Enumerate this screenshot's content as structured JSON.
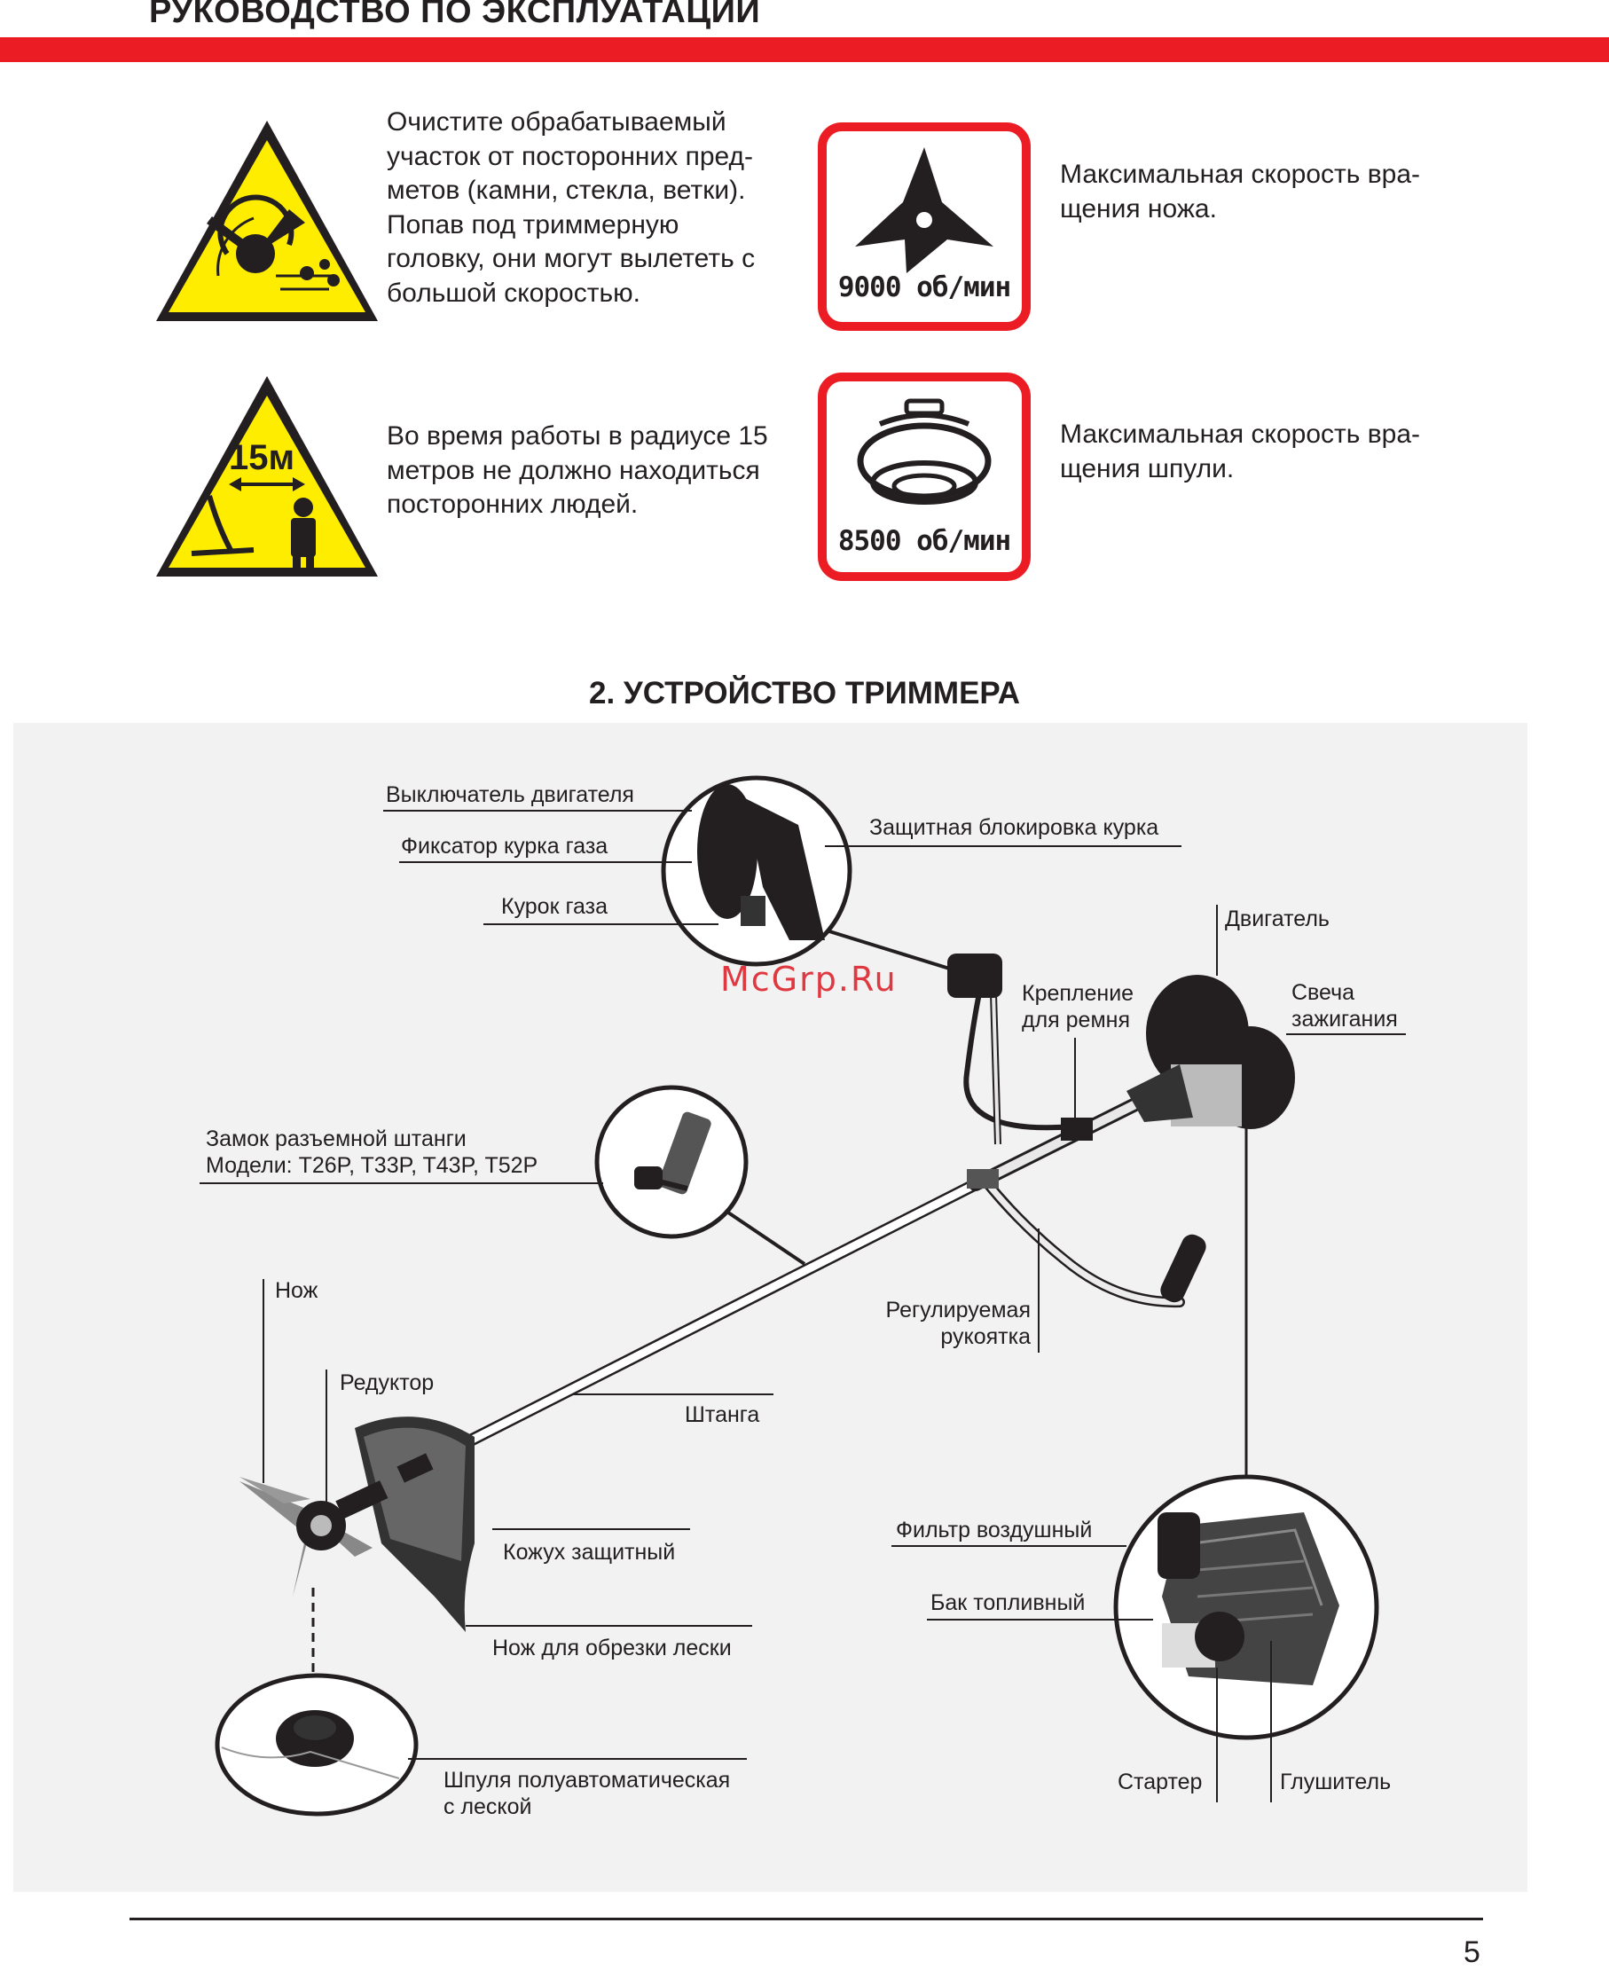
{
  "header": {
    "title": "РУКОВОДСТВО ПО ЭКСПЛУАТАЦИИ",
    "accent_color": "#ec1c24"
  },
  "warnings": [
    {
      "icon": "flying-debris-warning-icon",
      "lines": [
        "Очистите обрабатываемый",
        "участок от посторонних пред-",
        "метов (камни, стекла, ветки).",
        "Попав под триммерную",
        "головку, они могут вылететь с",
        "большой скоростью."
      ]
    },
    {
      "icon": "safe-distance-warning-icon",
      "sign_label": "15м",
      "lines": [
        "Во время работы в радиусе 15",
        "метров не должно находиться",
        "посторонних людей."
      ]
    }
  ],
  "speed_signs": [
    {
      "icon": "blade-speed-icon",
      "value": "9000 об/мин",
      "lines": [
        "Максимальная скорость вра-",
        "щения ножа."
      ]
    },
    {
      "icon": "spool-speed-icon",
      "value": "8500 об/мин",
      "lines": [
        "Максимальная скорость вра-",
        "щения шпули."
      ]
    }
  ],
  "section": {
    "title": "2. УСТРОЙСТВО ТРИММЕРА"
  },
  "diagram": {
    "labels": {
      "engine_switch": "Выключатель двигателя",
      "throttle_lock": "Фиксатор курка газа",
      "throttle_trigger": "Курок газа",
      "safety_lock": "Защитная блокировка курка",
      "engine": "Двигатель",
      "belt_mount": [
        "Крепление",
        "для ремня"
      ],
      "spark_plug": [
        "Свеча",
        "зажигания"
      ],
      "shaft_lock": [
        "Замок разъемной штанги",
        "Модели: T26P, T33P, T43P, T52P"
      ],
      "blade": "Нож",
      "gearbox": "Редуктор",
      "shaft": "Штанга",
      "adjustable_handle": [
        "Регулируемая",
        "рукоятка"
      ],
      "guard": "Кожух защитный",
      "line_cutter": "Нож для обрезки лески",
      "spool": [
        "Шпуля полуавтоматическая",
        "с леской"
      ],
      "air_filter": "Фильтр воздушный",
      "fuel_tank": "Бак топливный",
      "starter": "Стартер",
      "muffler": "Глушитель"
    },
    "background_color": "#f2f2f2"
  },
  "watermark": "McGrp.Ru",
  "footer": {
    "page_number": "5"
  }
}
